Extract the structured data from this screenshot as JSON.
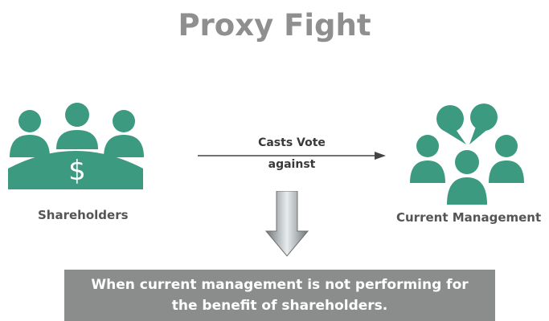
{
  "title": "Proxy Fight",
  "left_group": {
    "label": "Shareholders",
    "icon": "shareholders-icon",
    "symbol": "$"
  },
  "right_group": {
    "label": "Current Management",
    "icon": "management-icon"
  },
  "arrow": {
    "line1": "Casts Vote",
    "line2": "against"
  },
  "down_arrow": {
    "icon": "down-arrow-icon"
  },
  "banner": {
    "line1": "When current management is not performing for",
    "line2": "the benefit of shareholders."
  },
  "colors": {
    "teal": "#3b9a80",
    "title_gray": "#8f8f8f",
    "banner_gray": "#8a8d8c"
  }
}
